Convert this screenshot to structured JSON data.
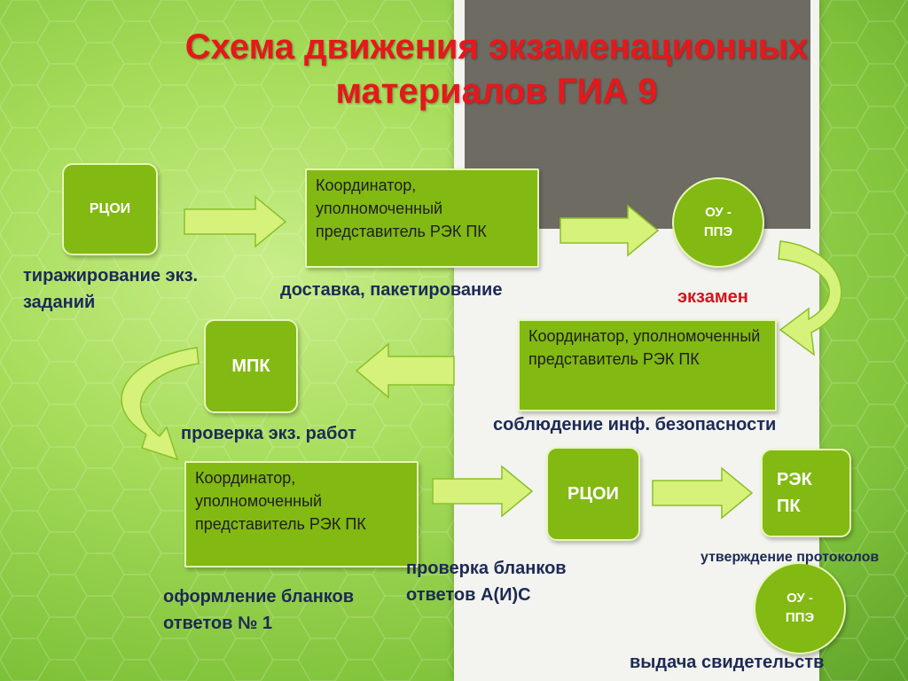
{
  "title": "Схема движения экзаменационных материалов ГИА 9",
  "nodes": {
    "rcoi_1": "РЦОИ",
    "coord_1": "Координатор, уполномоченный представитель РЭК ПК",
    "ou_ppe_1": "ОУ - ППЭ",
    "coord_2": "Координатор, уполномоченный представитель РЭК ПК",
    "mpk": "МПК",
    "coord_3": "Координатор, уполномоченный представитель РЭК ПК",
    "rcoi_2": "РЦОИ",
    "rek_pk": "РЭК ПК",
    "ou_ppe_2": "ОУ - ППЭ"
  },
  "labels": {
    "replication": "тиражирование экз. заданий",
    "delivery": "доставка, пакетирование",
    "exam": "экзамен",
    "security": "соблюдение инф. безопасности",
    "checking_works": "проверка экз. работ",
    "forms": "оформление бланков ответов № 1",
    "checking_forms": "проверка бланков ответов А(И)С",
    "approval": "утверждение протоколов",
    "issuance": "выдача свидетельств"
  },
  "colors": {
    "title": "#e5181b",
    "node_fill": "#82b912",
    "arrow_fill": "#d6f27a",
    "label_text": "#1c2a55",
    "exam_text": "#d2151b"
  }
}
